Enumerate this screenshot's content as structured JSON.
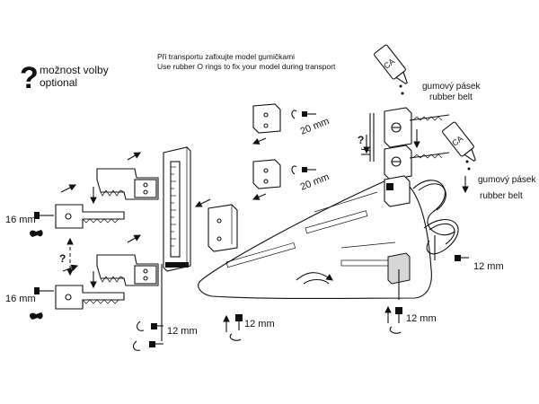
{
  "legend": {
    "symbol": "?",
    "label_cz": "možnost volby",
    "label_en": "optional"
  },
  "transport_note": {
    "cz": "Při transportu zafixujte model gumičkami",
    "en": "Use rubber O rings to fix your model during transport"
  },
  "adhesive": {
    "label": "CA"
  },
  "rubber_belt": {
    "cz": "gumový pásek",
    "en": "rubber belt"
  },
  "dimensions": {
    "bolt_16": "16 mm",
    "bolt_20": "20 mm",
    "bolt_12": "12 mm"
  }
}
